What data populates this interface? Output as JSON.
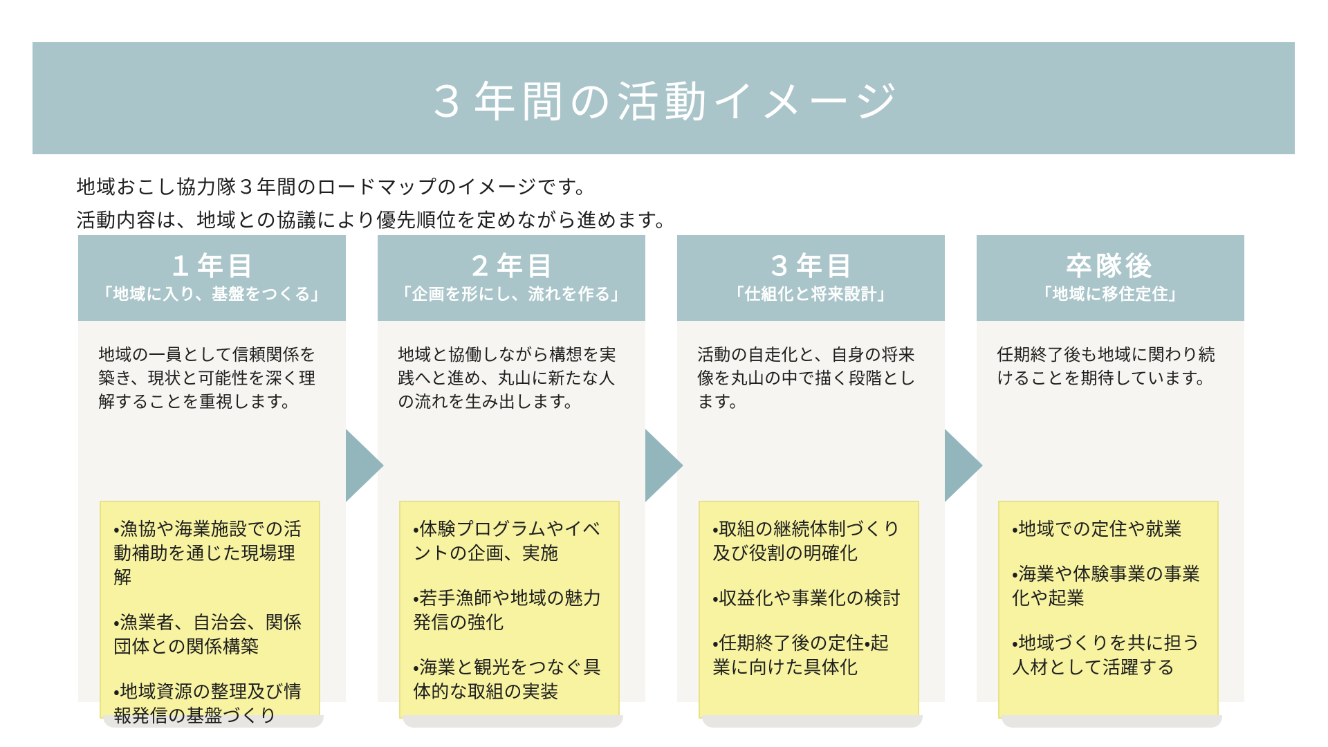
{
  "page": {
    "title": "３年間の活動イメージ"
  },
  "intro": {
    "line1": "地域おこし協力隊３年間のロードマップのイメージです。",
    "line2": "活動内容は、地域との協議により優先順位を定めながら進めます。"
  },
  "colors": {
    "header_teal": "#a9c5c9",
    "arrow_teal": "#92b6bb",
    "column_bg": "#f6f5f1",
    "note_bg": "#f7f3a1",
    "note_border": "#e8e287",
    "note_shadow": "#e7e6e2",
    "title_text": "#ffffff",
    "text_color": "#1e1e1e"
  },
  "columns": [
    {
      "year": "１年目",
      "subtitle": "「地域に入り、基盤をつくる」",
      "description": "地域の一員として信頼関係を築き、現状と可能性を深く理解することを重視します。",
      "items": [
        "・漁協や海業施設での活動補助を通じた現場理解",
        "・漁業者、自治会、関係団体との関係構築",
        "・地域資源の整理及び情報発信の基盤づくり"
      ]
    },
    {
      "year": "２年目",
      "subtitle": "「企画を形にし、流れを作る」",
      "description": "地域と協働しながら構想を実践へと進め、丸山に新たな人の流れを生み出します。",
      "items": [
        "・体験プログラムやイベントの企画、実施",
        "・若手漁師や地域の魅力発信の強化",
        "・海業と観光をつなぐ具体的な取組の実装"
      ]
    },
    {
      "year": "３年目",
      "subtitle": "「仕組化と将来設計」",
      "description": "活動の自走化と、自身の将来像を丸山の中で描く段階とします。",
      "items": [
        "・取組の継続体制づくり及び役割の明確化",
        "・収益化や事業化の検討",
        "・任期終了後の定住・起業に向けた具体化"
      ]
    },
    {
      "year": "卒隊後",
      "subtitle": "「地域に移住定住」",
      "description": "任期終了後も地域に関わり続けることを期待しています。",
      "items": [
        "・地域での定住や就業",
        "・海業や体験事業の事業化や起業",
        "・地域づくりを共に担う人材として活躍する"
      ]
    }
  ]
}
